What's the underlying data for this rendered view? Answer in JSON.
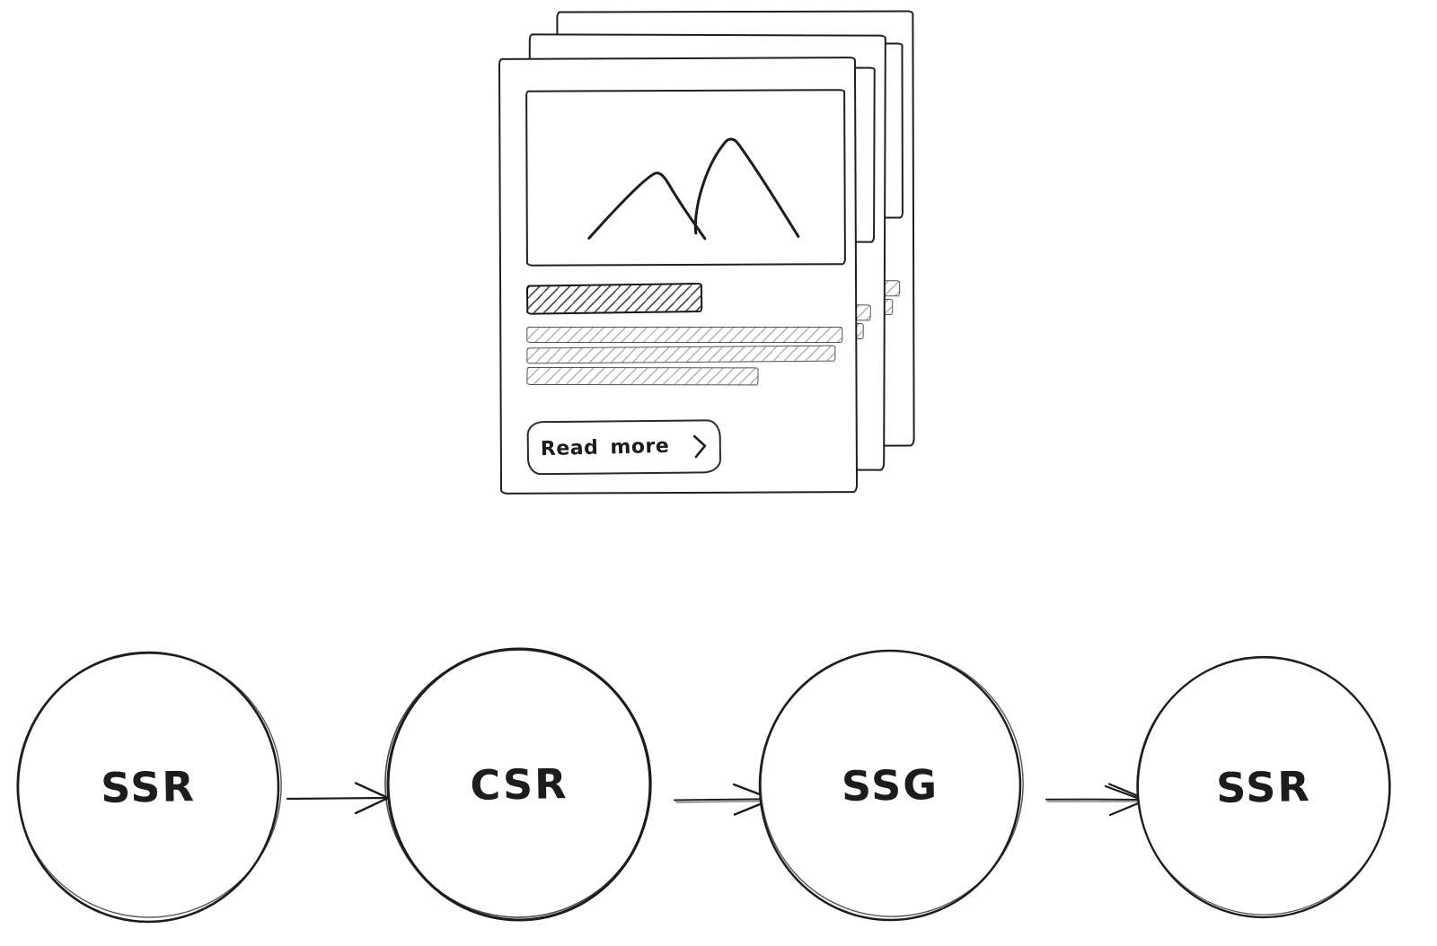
{
  "illustration": {
    "description": "hand-drawn wireframe of stacked article cards",
    "card": {
      "read_more_label": "Read more",
      "chevron_icon": "chevron-right",
      "image_icon": "mountains",
      "title_bar": "hatched title placeholder",
      "text_bars": 3,
      "stack_count": 3
    }
  },
  "flow": {
    "nodes": [
      {
        "id": "node-1",
        "label": "SSR"
      },
      {
        "id": "node-2",
        "label": "CSR"
      },
      {
        "id": "node-3",
        "label": "SSG"
      },
      {
        "id": "node-4",
        "label": "SSR"
      }
    ],
    "arrows": [
      {
        "from": "SSR",
        "to": "CSR"
      },
      {
        "from": "CSR",
        "to": "SSG"
      },
      {
        "from": "SSG",
        "to": "SSR"
      }
    ]
  },
  "colors": {
    "ink": "#1c1c1c",
    "background": "#ffffff",
    "hatch_dark": "#3a3a3a",
    "hatch_light": "#8f8f8f"
  }
}
